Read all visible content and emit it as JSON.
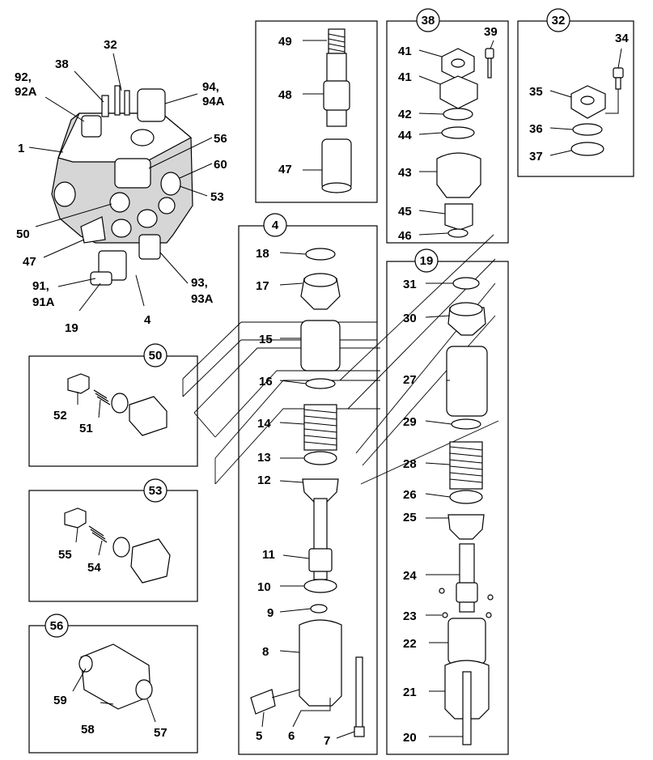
{
  "labels": {
    "l92": "92,",
    "l92a": "92A",
    "l38": "38",
    "l32": "32",
    "l94": "94,",
    "l94a": "94A",
    "l1": "1",
    "l56": "56",
    "l60": "60",
    "l53": "53",
    "l50": "50",
    "l47": "47",
    "l91": "91,",
    "l91a": "91A",
    "l93": "93,",
    "l93a": "93A",
    "l19": "19",
    "l4": "4",
    "l49": "49",
    "l48": "48",
    "l47b": "47",
    "l39": "39",
    "l41a": "41",
    "l41b": "41",
    "l42": "42",
    "l44": "44",
    "l43": "43",
    "l45": "45",
    "l46": "46",
    "l34": "34",
    "l35": "35",
    "l36": "36",
    "l37": "37",
    "l18": "18",
    "l17": "17",
    "l15": "15",
    "l16": "16",
    "l14": "14",
    "l13": "13",
    "l12": "12",
    "l11": "11",
    "l10": "10",
    "l9": "9",
    "l8": "8",
    "l5": "5",
    "l6": "6",
    "l7": "7",
    "l31": "31",
    "l30": "30",
    "l27": "27",
    "l29": "29",
    "l28": "28",
    "l26": "26",
    "l25": "25",
    "l24": "24",
    "l23": "23",
    "l22": "22",
    "l21": "21",
    "l20": "20",
    "l52": "52",
    "l51": "51",
    "l55": "55",
    "l54": "54",
    "l59": "59",
    "l58": "58",
    "l57": "57"
  },
  "badges": {
    "b38": "38",
    "b32": "32",
    "b4": "4",
    "b19": "19",
    "b50": "50",
    "b53": "53",
    "b56": "56"
  }
}
